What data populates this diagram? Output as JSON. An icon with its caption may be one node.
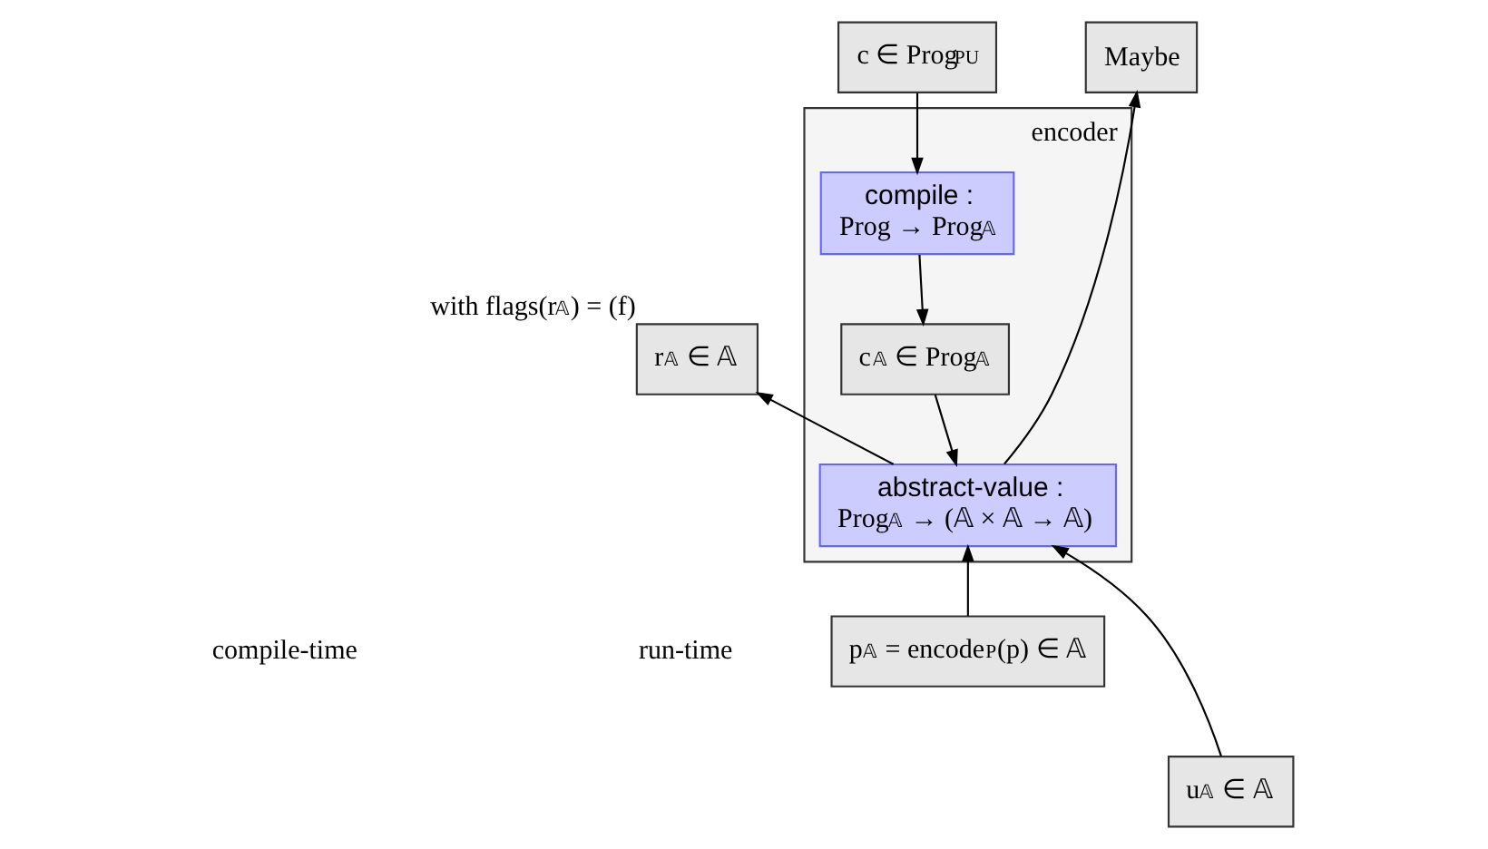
{
  "diagram": {
    "nodes": [
      {
        "text": [
          "c ∈ Prog$_{PU}$"
        ]
      },
      {
        "text": [
          "encoder"
        ]
      },
      {
        "text": [
          "compile :",
          "Prog → Prog$_{𝔸}$"
        ],
        "in": 1
      },
      {
        "text": [
          "c$_{𝔸}$ ∈ Prog$_{𝔸}$"
        ],
        "in": 1
      },
      {
        "text": [
          "abstract-value :",
          "Prog$_{𝔸}$ → (𝔸 × 𝔸 → 𝔸)"
        ],
        "in": 1
      },
      {
        "text": [
          "Maybe"
        ]
      },
      {
        "text": [
          "r$_{𝔸}$ ∈ 𝔸"
        ],
        "beside": [
          "with flags(r$_{𝔸}$) = (f)"
        ]
      },
      {
        "text": [
          "p$_{𝔸}$ = encode$_{P}$(p) ∈ 𝔸"
        ]
      },
      {
        "text": [
          "u$_{𝔸}$ ∈ 𝔸"
        ]
      }
    ],
    "edges": [
      {
        "from": 0,
        "to": 2,
        "arrow": "to"
      },
      {
        "from": 2,
        "to": 3,
        "arrow": "to"
      },
      {
        "from": 3,
        "to": 4,
        "arrow": "to"
      },
      {
        "from": 4,
        "to": 5,
        "arrow": "to"
      },
      {
        "from": 4,
        "to": 6,
        "arrow": "to"
      },
      {
        "from": 7,
        "to": 4,
        "arrow": "to"
      },
      {
        "from": 8,
        "to": 4,
        "arrow": "to"
      }
    ],
    "labels": [
      "compile-time",
      "run-time"
    ]
  }
}
